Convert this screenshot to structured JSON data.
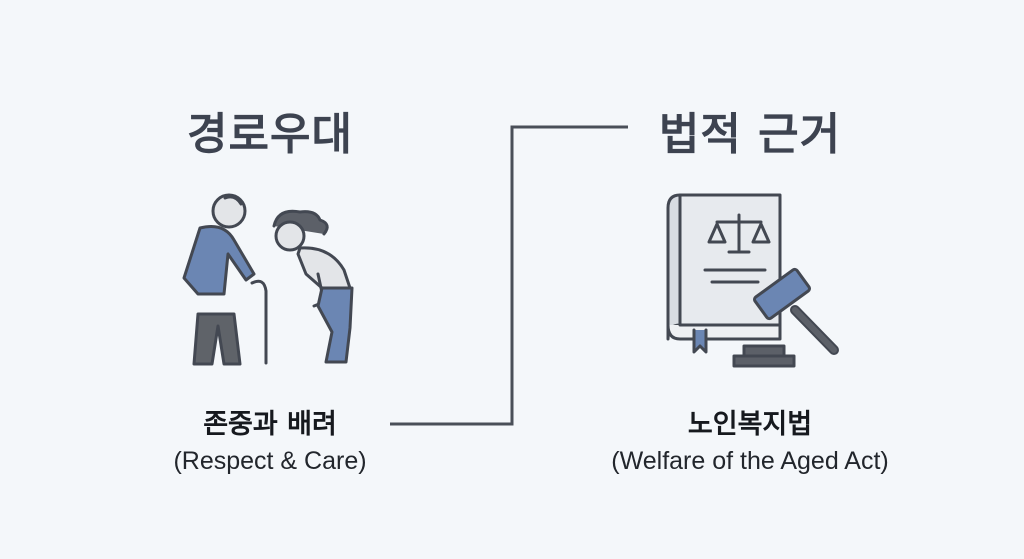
{
  "left": {
    "title": "경로우대",
    "label": "존중과 배려",
    "sublabel": "(Respect & Care)",
    "icon": "elderly-care-icon"
  },
  "right": {
    "title": "법적 근거",
    "label": "노인복지법",
    "sublabel": "(Welfare of the Aged Act)",
    "icon": "law-book-gavel-icon"
  },
  "colors": {
    "background": "#f4f7fa",
    "accent_blue": "#6b86b3",
    "outline": "#454a53",
    "dark_gray": "#5c6068"
  }
}
